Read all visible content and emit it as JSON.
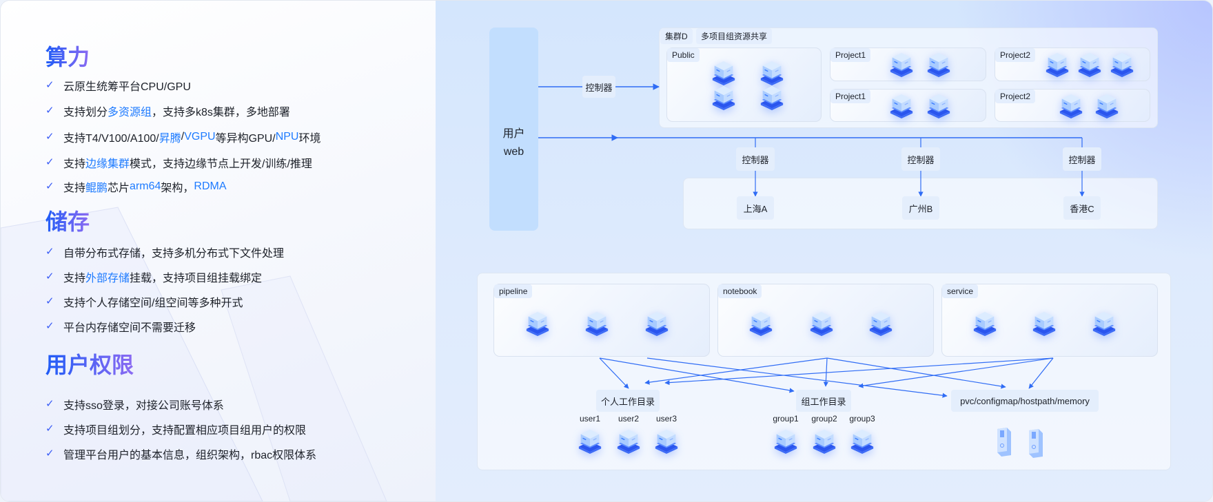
{
  "left": {
    "sections": [
      {
        "title": "算力",
        "items": [
          [
            {
              "t": "云原生统筹平台CPU/GPU"
            }
          ],
          [
            {
              "t": "支持划分"
            },
            {
              "t": "多资源组",
              "hl": true
            },
            {
              "t": "，支持多k8s集群，多地部署"
            }
          ],
          [
            {
              "t": "支持T4/V100/A100/"
            },
            {
              "t": "昇腾",
              "hl": true
            },
            {
              "t": "/"
            },
            {
              "t": "VGPU",
              "hl": true
            },
            {
              "t": "等异构GPU/"
            },
            {
              "t": "NPU",
              "hl": true
            },
            {
              "t": "环境"
            }
          ],
          [
            {
              "t": "支持"
            },
            {
              "t": "边缘集群",
              "hl": true
            },
            {
              "t": "模式，支持边缘节点上开发/训练/推理"
            }
          ],
          [
            {
              "t": "支持"
            },
            {
              "t": "鲲鹏",
              "hl": true
            },
            {
              "t": "芯片"
            },
            {
              "t": "arm64",
              "hl": true
            },
            {
              "t": "架构，"
            },
            {
              "t": "RDMA",
              "hl": true
            }
          ]
        ]
      },
      {
        "title": "储存",
        "items": [
          [
            {
              "t": "自带分布式存储，支持多机分布式下文件处理"
            }
          ],
          [
            {
              "t": "支持"
            },
            {
              "t": "外部存储",
              "hl": true
            },
            {
              "t": "挂载，支持项目组挂载绑定"
            }
          ],
          [
            {
              "t": "支持个人存储空间/组空间等多种开式"
            }
          ],
          [
            {
              "t": "平台内存储空间不需要迁移"
            }
          ]
        ]
      },
      {
        "title": "用户权限",
        "items": [
          [
            {
              "t": "支持sso登录，对接公司账号体系"
            }
          ],
          [
            {
              "t": "支持项目组划分，支持配置相应项目组用户的权限"
            }
          ],
          [
            {
              "t": "管理平台用户的基本信息，组织架构，rbac权限体系"
            }
          ]
        ]
      }
    ]
  },
  "top": {
    "user_web": [
      "用户",
      "web"
    ],
    "controller": "控制器",
    "cluster_tag": "集群D",
    "cluster_desc": "多项目组资源共享",
    "public": "Public",
    "project1": "Project1",
    "project2": "Project2",
    "cities": [
      "上海A",
      "广州B",
      "香港C"
    ]
  },
  "bottom": {
    "groups": [
      "pipeline",
      "notebook",
      "service"
    ],
    "personal_dir": "个人工作目录",
    "group_dir": "组工作目录",
    "storage": "pvc/configmap/hostpath/memory",
    "users": [
      "user1",
      "user2",
      "user3"
    ],
    "group_names": [
      "group1",
      "group2",
      "group3"
    ]
  },
  "colors": {
    "accent": "#1e7bff",
    "line": "#2f6cf5",
    "heading_from": "#1f5cf6",
    "heading_to": "#8c6bf2"
  }
}
